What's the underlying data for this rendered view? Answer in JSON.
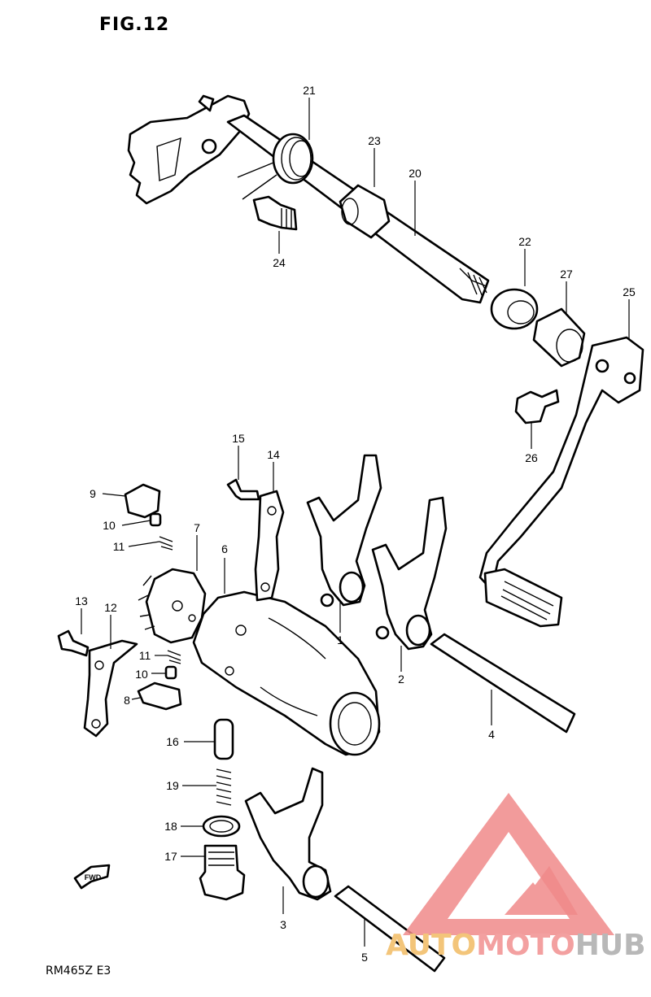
{
  "figure": {
    "title": "FIG.12",
    "code": "RM465Z E3",
    "direction_label": "FWD"
  },
  "parts": [
    {
      "number": "1"
    },
    {
      "number": "2"
    },
    {
      "number": "3"
    },
    {
      "number": "4"
    },
    {
      "number": "5"
    },
    {
      "number": "6"
    },
    {
      "number": "7"
    },
    {
      "number": "8"
    },
    {
      "number": "9"
    },
    {
      "number": "10"
    },
    {
      "number": "10"
    },
    {
      "number": "11"
    },
    {
      "number": "11"
    },
    {
      "number": "12"
    },
    {
      "number": "13"
    },
    {
      "number": "14"
    },
    {
      "number": "15"
    },
    {
      "number": "16"
    },
    {
      "number": "17"
    },
    {
      "number": "18"
    },
    {
      "number": "19"
    },
    {
      "number": "20"
    },
    {
      "number": "21"
    },
    {
      "number": "22"
    },
    {
      "number": "23"
    },
    {
      "number": "24"
    },
    {
      "number": "25"
    },
    {
      "number": "26"
    },
    {
      "number": "27"
    }
  ],
  "watermark": {
    "word1": "AUTO",
    "word2": "MOTO",
    "word3": "HUB",
    "logo_color": "#f08a8a"
  }
}
